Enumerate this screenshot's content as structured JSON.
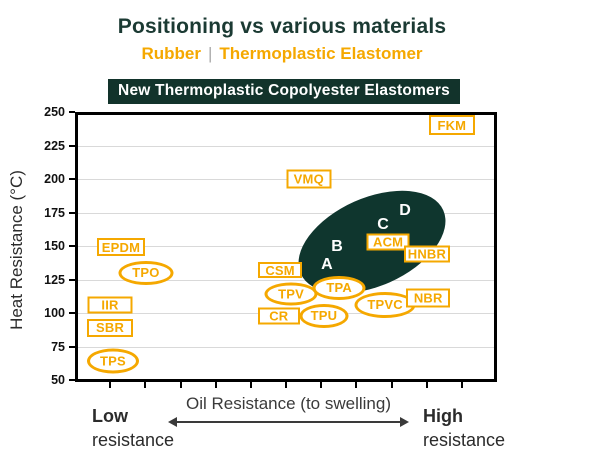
{
  "header": {
    "title": "Positioning vs various materials",
    "subtitle_left": "Rubber",
    "subtitle_separator": "|",
    "subtitle_right": "Thermoplastic Elastomer",
    "banner": "New Thermoplastic Copolyester Elastomers"
  },
  "colors": {
    "accent_yellow": "#F5A800",
    "banner_green": "#12332B",
    "highlight_ellipse_green": "#0F362E",
    "title_green": "#1B3A33",
    "gridline_gray": "#D9D9D9",
    "axis_black": "#000000",
    "text_gray": "#3A3A3A"
  },
  "chart_data": {
    "type": "scatter",
    "title": "Positioning vs various materials",
    "subtitle": "Rubber | Thermoplastic Elastomer",
    "banner": "New Thermoplastic Copolyester Elastomers",
    "xlabel": "Oil Resistance (to swelling)",
    "ylabel": "Heat Resistance (°C)",
    "ylim": [
      50,
      250
    ],
    "yticks": [
      250,
      225,
      200,
      175,
      150,
      125,
      100,
      75,
      50
    ],
    "x_axis": {
      "type": "qualitative",
      "minor_tick_count": 11,
      "low": {
        "title": "Low",
        "subtitle": "resistance"
      },
      "high": {
        "title": "High",
        "subtitle": "resistance"
      }
    },
    "grid": "horizontal-only",
    "materials": [
      {
        "label": "FKM",
        "shape": "rect",
        "oil": 0.893,
        "heat": 240,
        "w": 46,
        "h": 20
      },
      {
        "label": "VMQ",
        "shape": "rect",
        "oil": 0.554,
        "heat": 200,
        "w": 45,
        "h": 19
      },
      {
        "label": "EPDM",
        "shape": "rect",
        "oil": 0.109,
        "heat": 149,
        "w": 48,
        "h": 18
      },
      {
        "label": "TPO",
        "shape": "ellipse",
        "oil": 0.168,
        "heat": 130,
        "w": 55,
        "h": 24
      },
      {
        "label": "IIR",
        "shape": "rect",
        "oil": 0.083,
        "heat": 106,
        "w": 45,
        "h": 17
      },
      {
        "label": "SBR",
        "shape": "rect",
        "oil": 0.083,
        "heat": 89,
        "w": 46,
        "h": 18
      },
      {
        "label": "TPS",
        "shape": "ellipse",
        "oil": 0.09,
        "heat": 64,
        "w": 52,
        "h": 25
      },
      {
        "label": "CSM",
        "shape": "rect",
        "oil": 0.486,
        "heat": 132,
        "w": 44,
        "h": 16
      },
      {
        "label": "TPV",
        "shape": "ellipse",
        "oil": 0.512,
        "heat": 114,
        "w": 53,
        "h": 23
      },
      {
        "label": "CR",
        "shape": "rect",
        "oil": 0.483,
        "heat": 98,
        "w": 42,
        "h": 17
      },
      {
        "label": "TPU",
        "shape": "ellipse",
        "oil": 0.59,
        "heat": 98,
        "w": 49,
        "h": 24
      },
      {
        "label": "TPA",
        "shape": "ellipse",
        "oil": 0.626,
        "heat": 119,
        "w": 53,
        "h": 24
      },
      {
        "label": "TPVC",
        "shape": "ellipse",
        "oil": 0.735,
        "heat": 106,
        "w": 61,
        "h": 26
      },
      {
        "label": "NBR",
        "shape": "rect",
        "oil": 0.837,
        "heat": 111,
        "w": 44,
        "h": 19
      },
      {
        "label": "ACM",
        "shape": "rect",
        "oil": 0.742,
        "heat": 153,
        "w": 43,
        "h": 17
      },
      {
        "label": "HNBR",
        "shape": "rect",
        "oil": 0.834,
        "heat": 144,
        "w": 46,
        "h": 17
      }
    ],
    "highlight_ellipse": {
      "name": "New Thermoplastic Copolyester Elastomers region",
      "oil": 0.704,
      "heat": 153,
      "rx": 78,
      "ry": 44,
      "rotation_deg": -24,
      "grades": [
        {
          "label": "A",
          "oil": 0.597,
          "heat": 136
        },
        {
          "label": "B",
          "oil": 0.621,
          "heat": 149
        },
        {
          "label": "C",
          "oil": 0.73,
          "heat": 166
        },
        {
          "label": "D",
          "oil": 0.782,
          "heat": 176
        }
      ]
    }
  }
}
